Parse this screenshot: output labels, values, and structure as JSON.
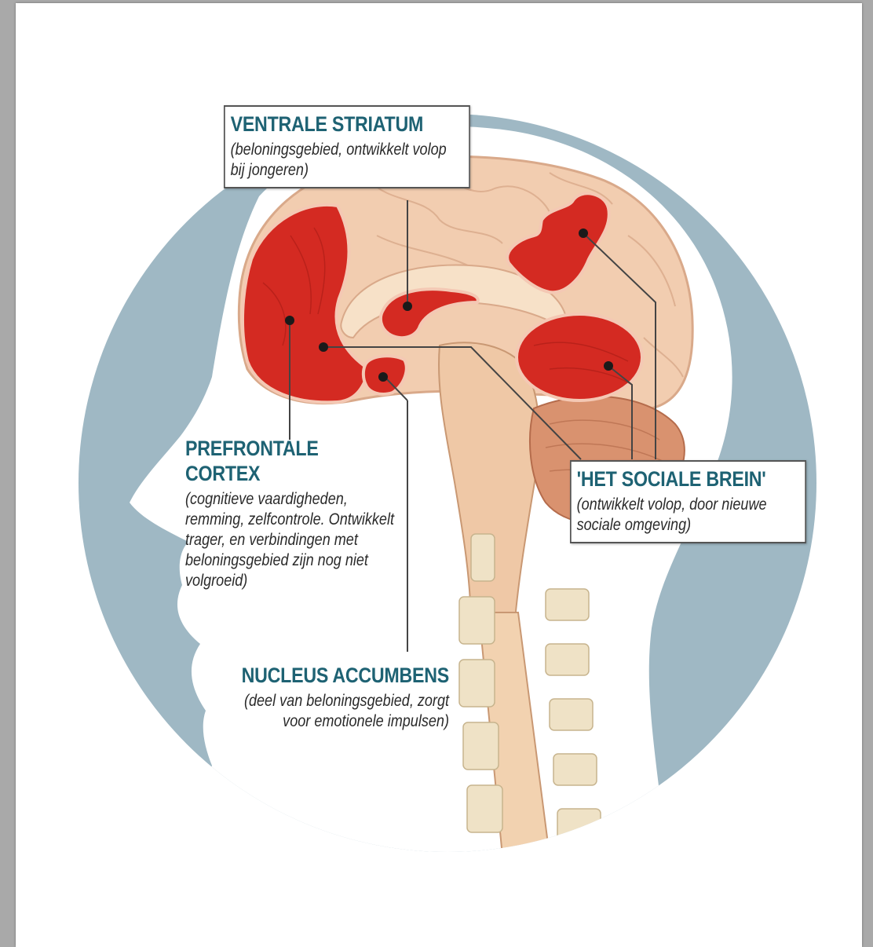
{
  "labels": {
    "ventral_striatum": {
      "title": "VENTRALE STRIATUM",
      "description": "(beloningsgebied, ontwikkelt volop bij jongeren)"
    },
    "prefrontal_cortex": {
      "title": "PREFRONTALE CORTEX",
      "description": "(cognitieve vaardigheden, remming, zelfcontrole. Ontwikkelt trager, en verbindingen met beloningsgebied zijn nog niet volgroeid)"
    },
    "social_brain": {
      "title": "'HET SOCIALE BREIN'",
      "description": "(ontwikkelt volop, door nieuwe sociale omgeving)"
    },
    "nucleus_accumbens": {
      "title": "NUCLEUS ACCUMBENS",
      "description": "(deel van beloningsgebied, zorgt voor emotionele impulsen)"
    }
  },
  "colors": {
    "circle_background": "#9fb8c4",
    "head_silhouette": "#ffffff",
    "brain_tissue": "#f2cdb0",
    "highlight_region": "#d42a22",
    "title_text": "#1e6273"
  }
}
